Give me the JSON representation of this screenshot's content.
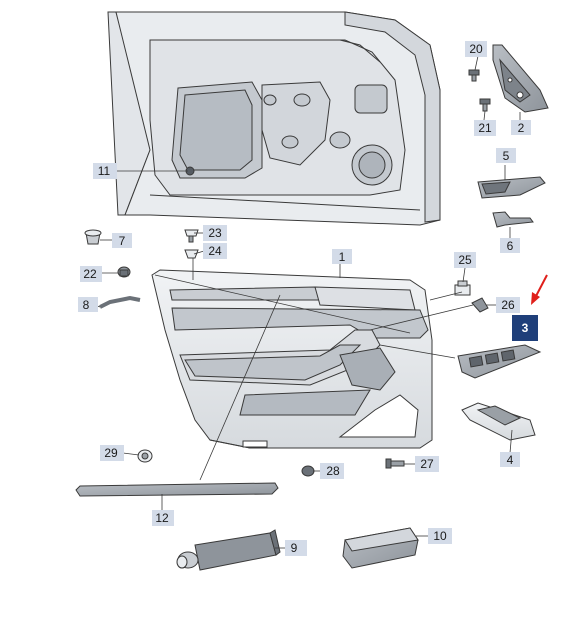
{
  "diagram": {
    "labels": [
      {
        "id": "1",
        "text": "1",
        "highlight": false
      },
      {
        "id": "2",
        "text": "2",
        "highlight": false
      },
      {
        "id": "3",
        "text": "3",
        "highlight": true
      },
      {
        "id": "4",
        "text": "4",
        "highlight": false
      },
      {
        "id": "5",
        "text": "5",
        "highlight": false
      },
      {
        "id": "6",
        "text": "6",
        "highlight": false
      },
      {
        "id": "7",
        "text": "7",
        "highlight": false
      },
      {
        "id": "8",
        "text": "8",
        "highlight": false
      },
      {
        "id": "9",
        "text": "9",
        "highlight": false
      },
      {
        "id": "10",
        "text": "10",
        "highlight": false
      },
      {
        "id": "11",
        "text": "11",
        "highlight": false
      },
      {
        "id": "12",
        "text": "12",
        "highlight": false
      },
      {
        "id": "20",
        "text": "20",
        "highlight": false
      },
      {
        "id": "21",
        "text": "21",
        "highlight": false
      },
      {
        "id": "22",
        "text": "22",
        "highlight": false
      },
      {
        "id": "23",
        "text": "23",
        "highlight": false
      },
      {
        "id": "24",
        "text": "24",
        "highlight": false
      },
      {
        "id": "25",
        "text": "25",
        "highlight": false
      },
      {
        "id": "26",
        "text": "26",
        "highlight": false
      },
      {
        "id": "27",
        "text": "27",
        "highlight": false
      },
      {
        "id": "28",
        "text": "28",
        "highlight": false
      },
      {
        "id": "29",
        "text": "29",
        "highlight": false
      }
    ],
    "colors": {
      "label_bg": "#d3dbe8",
      "label_highlight_bg": "#1f3f7a",
      "arrow": "#e0201b",
      "part_fill": "#e9ecef",
      "part_shade": "#c9cdd2",
      "line": "#3a3a3a"
    }
  }
}
